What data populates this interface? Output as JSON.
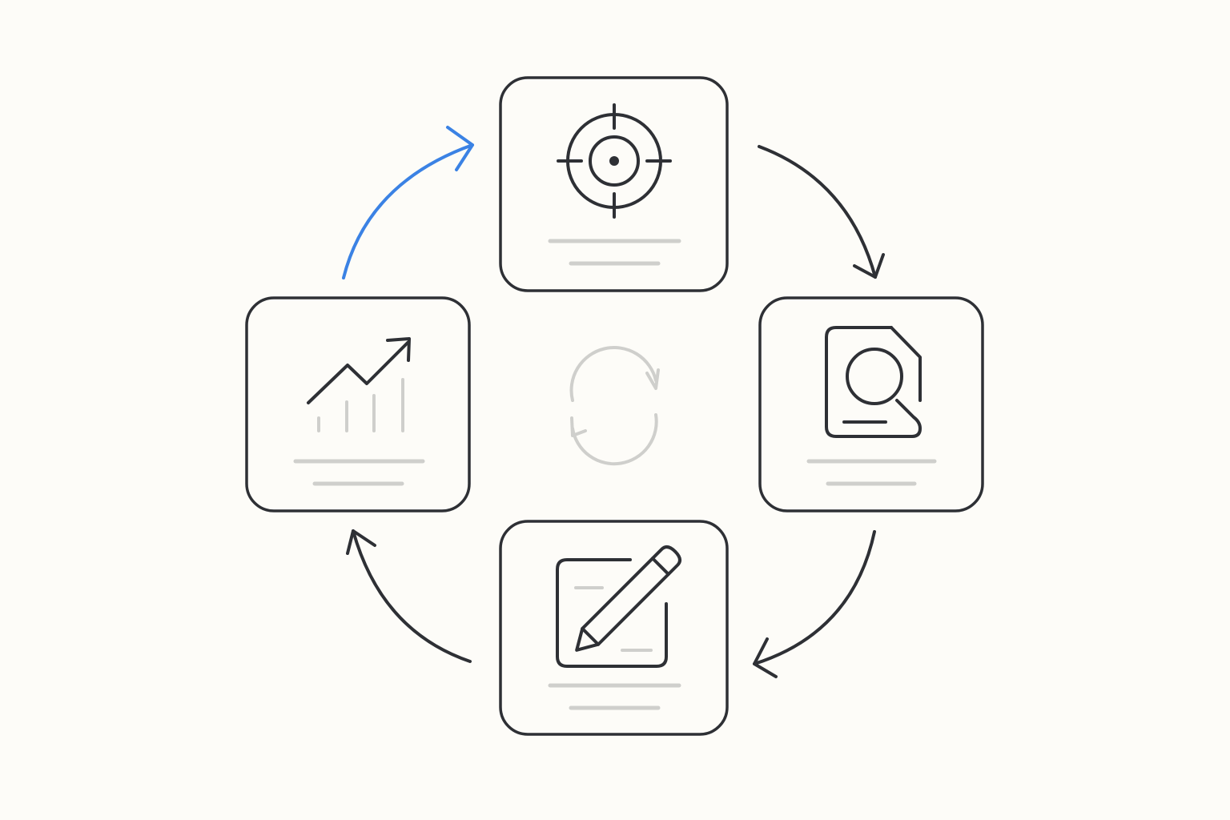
{
  "colors": {
    "background": "#fdfcf8",
    "stroke": "#2e3035",
    "accent": "#3b82e4",
    "muted": "#cfcfcc"
  },
  "diagram": {
    "type": "cycle",
    "steps": [
      {
        "id": "target",
        "icon": "target-icon"
      },
      {
        "id": "review",
        "icon": "document-search-icon"
      },
      {
        "id": "edit",
        "icon": "edit-document-icon"
      },
      {
        "id": "analyze",
        "icon": "trending-chart-icon"
      }
    ],
    "connections": [
      {
        "from": "target",
        "to": "review",
        "highlight": false
      },
      {
        "from": "review",
        "to": "edit",
        "highlight": false
      },
      {
        "from": "edit",
        "to": "analyze",
        "highlight": false
      },
      {
        "from": "analyze",
        "to": "target",
        "highlight": true
      }
    ],
    "center_icon": "refresh-cycle-icon"
  }
}
